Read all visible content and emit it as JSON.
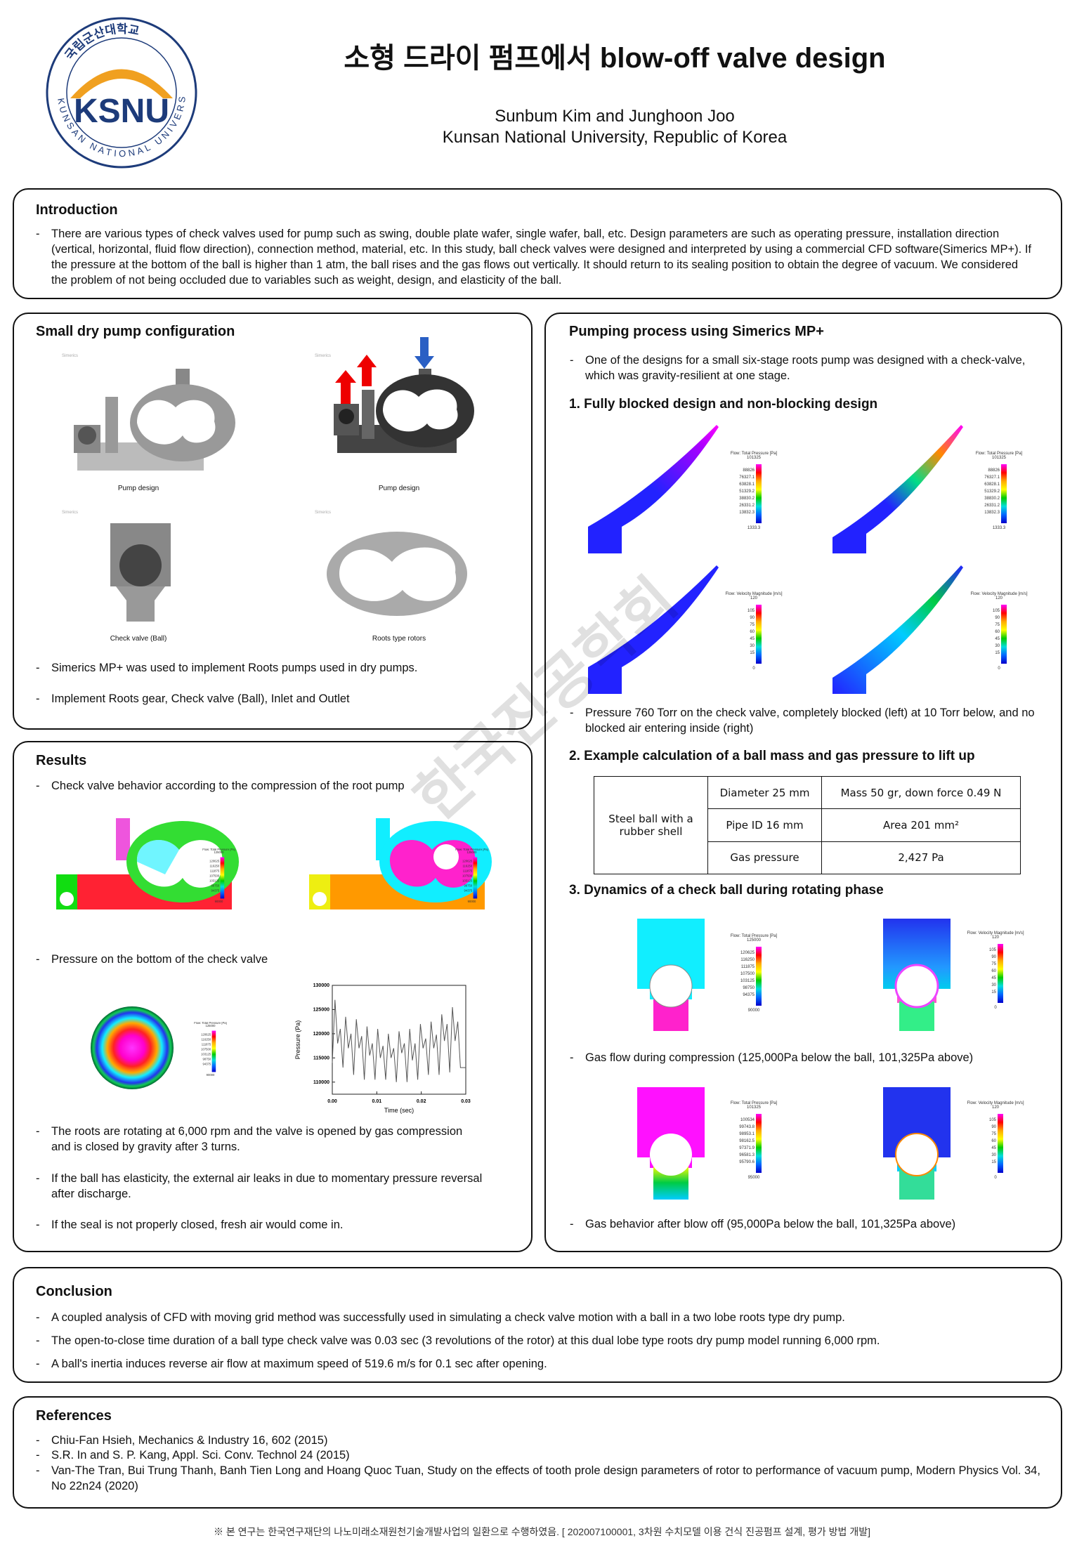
{
  "header": {
    "logo_text": "KSNU",
    "logo_ring_top": "국립군산대학교",
    "logo_ring_bottom": "KUNSAN NATIONAL UNIVERSITY",
    "title": "소형 드라이 펌프에서 blow-off valve design",
    "authors": "Sunbum Kim and Junghoon Joo",
    "affiliation": "Kunsan National University, Republic of Korea"
  },
  "watermark": "한국진공학회",
  "intro": {
    "heading": "Introduction",
    "bullets": [
      "There are various types of check valves used for pump such as swing, double plate wafer, single wafer, ball, etc. Design parameters are such as operating pressure, installation direction (vertical, horizontal, fluid flow direction), connection method, material, etc. In this study, ball check valves were designed and interpreted by using a commercial CFD software(Simerics MP+). If the pressure at the bottom of the ball is higher than 1 atm, the ball rises and the gas flows out vertically. It should return to its sealing position to obtain the degree of vacuum. We considered the problem of not being occluded due to variables such as weight, design, and elasticity of the ball."
    ]
  },
  "config": {
    "heading": "Small dry pump configuration",
    "sim_label": "Simerics",
    "captions": [
      "Pump design",
      "Pump design",
      "Check valve (Ball)",
      "Roots type rotors"
    ],
    "bullets": [
      "Simerics MP+ was used to implement Roots pumps used in dry pumps.",
      "Implement Roots gear, Check valve (Ball), Inlet and Outlet"
    ]
  },
  "pumping": {
    "heading": "Pumping process using Simerics MP+",
    "intro": "One of the designs for a small six-stage roots pump was designed with a check-valve, which was gravity-resilient at one stage.",
    "s1": "1. Fully blocked design and non-blocking design",
    "s1_bullet": "Pressure 760 Torr on the check valve, completely blocked (left) at 10 Torr below, and no blocked air entering inside (right)",
    "s2": "2. Example calculation of a ball mass and gas pressure to lift up",
    "table": {
      "rowhead": "Steel ball with a rubber shell",
      "rows": [
        [
          "Diameter 25 mm",
          "Mass 50 gr, down force 0.49 N"
        ],
        [
          "Pipe ID 16 mm",
          "Area 201 mm²"
        ],
        [
          "Gas pressure",
          "2,427 Pa"
        ]
      ]
    },
    "s3": "3. Dynamics of a check ball during rotating phase",
    "s3_bullet1": "Gas flow during compression (125,000Pa below the ball, 101,325Pa above)",
    "s3_bullet2": "Gas behavior after blow off (95,000Pa below the ball, 101,325Pa above)"
  },
  "legends": {
    "p1": {
      "title": "Flow: Total Pressure [Pa]",
      "max": "101325",
      "ticks": [
        "88826",
        "76327.1",
        "63828.1",
        "51329.2",
        "38830.2",
        "26331.2",
        "13832.3"
      ],
      "min": "1333.3"
    },
    "v1": {
      "title": "Flow: Velocity Magnitude [m/s]",
      "max": "120",
      "ticks": [
        "105",
        "90",
        "75",
        "60",
        "45",
        "30",
        "15"
      ],
      "min": "0"
    },
    "p3": {
      "title": "Flow: Total Pressure [Pa]",
      "max": "125000",
      "ticks": [
        "120625",
        "116250",
        "111875",
        "107500",
        "103125",
        "98750",
        "94375"
      ],
      "min": "90000"
    },
    "p4": {
      "title": "Flow: Total Pressure [Pa]",
      "max": "101325",
      "ticks": [
        "100534",
        "99743.8",
        "98953.1",
        "98162.5",
        "97371.9",
        "96581.3",
        "95790.6"
      ],
      "min": "95000"
    }
  },
  "results": {
    "heading": "Results",
    "b1": "Check valve behavior according to the compression of the root pump",
    "b2": "Pressure on the bottom of the check valve",
    "b3": "The roots are rotating at 6,000 rpm and the valve is opened by gas compression and is closed by gravity after 3 turns.",
    "b4": "If the ball has elasticity, the external air leaks in due to momentary pressure reversal after discharge.",
    "b5": "If the seal is not properly closed, fresh air would come in."
  },
  "chart_data": {
    "type": "line",
    "xlabel": "Time (sec)",
    "ylabel": "Pressure (Pa)",
    "xlim": [
      0,
      0.03
    ],
    "ylim": [
      107500,
      130000
    ],
    "xticks": [
      "0.00",
      "0.01",
      "0.02",
      "0.03"
    ],
    "yticks": [
      "110000",
      "115000",
      "120000",
      "125000",
      "130000"
    ],
    "x": [
      0,
      0.0006,
      0.0012,
      0.0018,
      0.0024,
      0.003,
      0.0036,
      0.0042,
      0.0048,
      0.0054,
      0.006,
      0.0066,
      0.0072,
      0.0078,
      0.0084,
      0.009,
      0.0096,
      0.0102,
      0.0108,
      0.0114,
      0.012,
      0.0126,
      0.0132,
      0.0138,
      0.0144,
      0.015,
      0.0156,
      0.0162,
      0.0168,
      0.0174,
      0.018,
      0.0186,
      0.0192,
      0.0198,
      0.0204,
      0.021,
      0.0216,
      0.0222,
      0.0228,
      0.0234,
      0.024,
      0.0246,
      0.0252,
      0.0258,
      0.0264,
      0.027,
      0.0276,
      0.0282,
      0.0288,
      0.03
    ],
    "y": [
      114000,
      127000,
      118000,
      121000,
      113000,
      123500,
      117000,
      120000,
      111500,
      123000,
      117000,
      119500,
      110500,
      121500,
      115500,
      118000,
      110500,
      121000,
      115000,
      117500,
      110500,
      120000,
      115000,
      117000,
      110000,
      120500,
      116000,
      118000,
      110000,
      121000,
      114500,
      118000,
      110500,
      122000,
      117000,
      119000,
      111500,
      122500,
      117000,
      119800,
      111500,
      124000,
      118500,
      122000,
      112000,
      125500,
      118500,
      122500,
      113000,
      113000
    ]
  },
  "conclusion": {
    "heading": "Conclusion",
    "bullets": [
      "A coupled analysis of CFD with moving grid method was successfully used in simulating a check valve motion with a ball  in a two lobe roots type dry pump.",
      "The open-to-close time duration of a ball type check valve was 0.03 sec (3 revolutions of the rotor) at this dual lobe type roots dry pump model running 6,000 rpm.",
      "A ball's inertia induces reverse air flow at maximum speed of 519.6 m/s for 0.1 sec after opening."
    ]
  },
  "references": {
    "heading": "References",
    "items": [
      "Chiu-Fan Hsieh, Mechanics & Industry 16, 602 (2015)",
      "S.R. In and S. P. Kang, Appl. Sci. Conv. Technol 24 (2015)",
      "Van-The Tran, Bui Trung Thanh, Banh Tien Long and Hoang Quoc Tuan, Study on the effects of tooth prole design parameters of rotor to performance of vacuum pump, Modern Physics Vol. 34, No 22n24 (2020)"
    ]
  },
  "footer": "※ 본 연구는 한국연구재단의 나노미래소재원천기술개발사업의 일환으로 수행하였음. [ 202007100001, 3차원 수치모델 이용 건식 진공펌프 설계, 평가 방법 개발]"
}
